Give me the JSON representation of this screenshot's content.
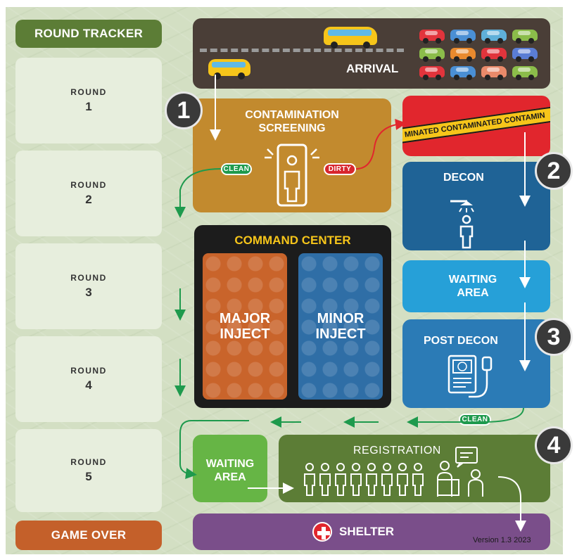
{
  "tracker": {
    "title": "ROUND TRACKER",
    "round_word": "ROUND",
    "rounds": [
      "1",
      "2",
      "3",
      "4",
      "5"
    ],
    "game_over": "GAME OVER"
  },
  "arrival": {
    "label": "ARRIVAL"
  },
  "screening": {
    "step": "1",
    "title_line1": "CONTAMINATION",
    "title_line2": "SCREENING",
    "clean_label": "CLEAN",
    "dirty_label": "DIRTY"
  },
  "contaminated": {
    "tape_text": "MINATED   CONTAMINATED   CONTAMIN"
  },
  "decon": {
    "step": "2",
    "title": "DECON"
  },
  "waiting_area_right": {
    "line1": "WAITING",
    "line2": "AREA"
  },
  "post_decon": {
    "step": "3",
    "title": "POST DECON",
    "clean_label": "CLEAN"
  },
  "command_center": {
    "title": "COMMAND CENTER",
    "major_line1": "MAJOR",
    "major_line2": "INJECT",
    "minor_line1": "MINOR",
    "minor_line2": "INJECT"
  },
  "waiting_area_left": {
    "line1": "WAITING",
    "line2": "AREA"
  },
  "registration": {
    "step": "4",
    "title": "REGISTRATION"
  },
  "shelter": {
    "label": "SHELTER"
  },
  "version": "Version 1.3 2023",
  "colors": {
    "tracker_green": "#5c7d36",
    "game_over": "#c4602a",
    "screening": "#c28a2e",
    "contaminated_red": "#e1262d",
    "tape_yellow": "#f6c51a",
    "decon_blue": "#1f6396",
    "waiting_blue": "#26a0d8",
    "post_decon_blue": "#2b7bb6",
    "command_bg": "#1c1c1c",
    "command_title": "#f6c51a",
    "major_card": "#c9642b",
    "minor_card": "#2f6ea6",
    "waiting_green": "#66b545",
    "registration_green": "#5c7d36",
    "shelter_purple": "#7a4e8a",
    "clean_green": "#1e9a4d",
    "dirty_red": "#d8262d",
    "arrow_green": "#1e9a4d",
    "arrow_red": "#e1262d"
  }
}
